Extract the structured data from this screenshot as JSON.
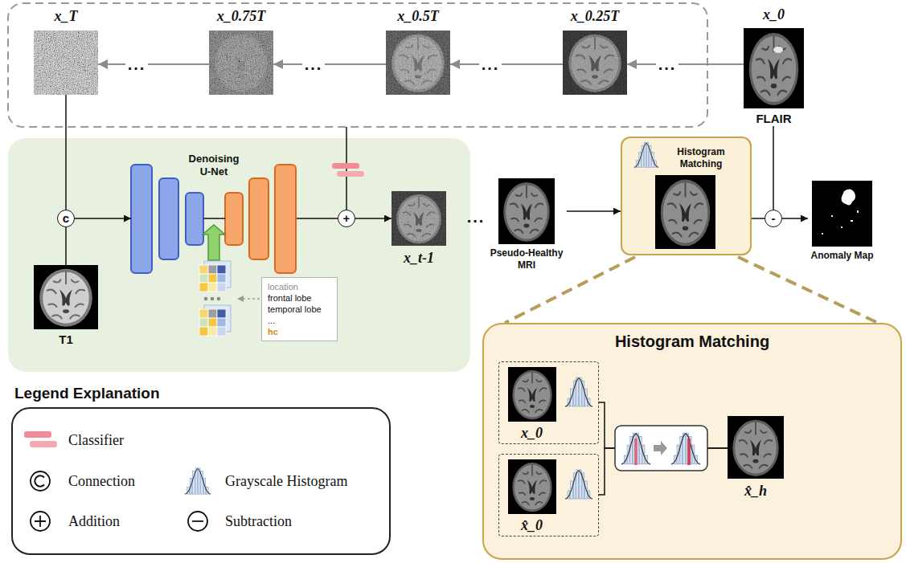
{
  "diagram": {
    "nodes": [
      {
        "text": [
          "x_T"
        ]
      },
      {
        "text": [
          "x_0.75T"
        ]
      },
      {
        "text": [
          "x_0.5T"
        ]
      },
      {
        "text": [
          "x_0.25T"
        ]
      },
      {
        "text": [
          "x_0",
          "FLAIR"
        ]
      },
      {
        "text": [
          "T1"
        ]
      },
      {
        "text": [
          "c"
        ]
      },
      {
        "text": [
          "Denoising U-Net"
        ]
      },
      {
        "text": [
          "location",
          "frontal lobe",
          "temporal lobe",
          "...",
          "hc"
        ]
      },
      {
        "text": [
          "+"
        ]
      },
      {
        "text": [
          "x_t-1"
        ]
      },
      {
        "text": [
          "Pseudo-Healthy MRI"
        ]
      },
      {
        "text": [
          "Histogram Matching"
        ]
      },
      {
        "text": [
          "-"
        ]
      },
      {
        "text": [
          "Anomaly Map"
        ]
      },
      {
        "text": [
          "Histogram Matching"
        ]
      },
      {
        "text": [
          "x_0"
        ],
        "in": 15
      },
      {
        "text": [
          "x̂_0"
        ],
        "in": 15
      },
      {
        "text": [
          "x̂_h"
        ],
        "in": 15
      }
    ],
    "edges": [
      {
        "from": 4,
        "to": 3,
        "arrow": "to"
      },
      {
        "from": 3,
        "to": 2,
        "arrow": "to"
      },
      {
        "from": 2,
        "to": 1,
        "arrow": "to"
      },
      {
        "from": 1,
        "to": 0,
        "arrow": "to"
      },
      {
        "from": 0,
        "to": 6,
        "arrow": "none"
      },
      {
        "from": 5,
        "to": 6,
        "arrow": "none"
      },
      {
        "from": 6,
        "to": 7,
        "arrow": "to"
      },
      {
        "from": 7,
        "to": 9,
        "arrow": "none"
      },
      {
        "from": 9,
        "to": 10,
        "arrow": "to"
      },
      {
        "from": 11,
        "to": 12,
        "arrow": "to"
      },
      {
        "from": 4,
        "to": 13,
        "arrow": "none"
      },
      {
        "from": 12,
        "to": 13,
        "arrow": "none"
      },
      {
        "from": 13,
        "to": 14,
        "arrow": "to"
      },
      {
        "from": 16,
        "to": 18,
        "arrow": "none"
      },
      {
        "from": 17,
        "to": 18,
        "arrow": "none"
      }
    ],
    "labels": [
      "...",
      "...",
      "...",
      "...",
      "...",
      "Legend Explanation"
    ],
    "legend": [
      {
        "text": "Classifier",
        "color": "#f28b96"
      },
      {
        "text": "Connection"
      },
      {
        "text": "Grayscale Histogram"
      },
      {
        "text": "Addition"
      },
      {
        "text": "Subtraction"
      }
    ]
  }
}
